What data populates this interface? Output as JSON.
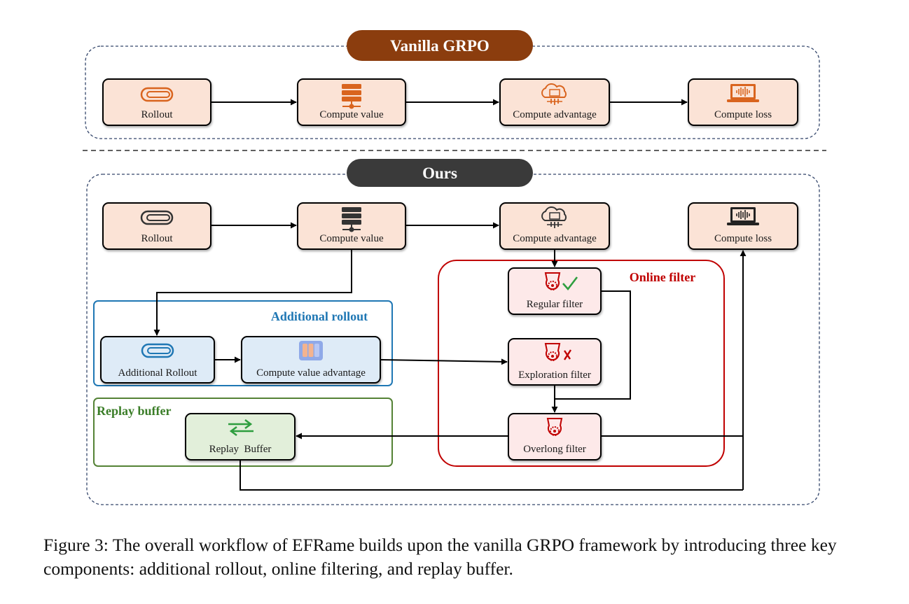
{
  "vanilla": {
    "title": "Vanilla GRPO",
    "steps": {
      "rollout": "Rollout",
      "compute_value": "Compute value",
      "compute_advantage": "Compute advantage",
      "compute_loss": "Compute loss"
    }
  },
  "ours": {
    "title": "Ours",
    "steps": {
      "rollout": "Rollout",
      "compute_value": "Compute value",
      "compute_advantage": "Compute advantage",
      "compute_loss": "Compute loss"
    },
    "additional_rollout": {
      "title": "Additional rollout",
      "rollout": "Additional Rollout",
      "compute_value_advantage": "Compute value advantage"
    },
    "online_filter": {
      "title": "Online filter",
      "regular": "Regular filter",
      "exploration": "Exploration filter",
      "overlong": "Overlong filter"
    },
    "replay_buffer": {
      "title": "Replay buffer",
      "box": "Replay  Buffer"
    }
  },
  "caption": "Figure 3: The overall workflow of EFRame builds upon the vanilla GRPO framework by introducing three key components: additional rollout, online filtering, and replay buffer.",
  "colors": {
    "peach_fill": "#fbe3d6",
    "vanilla_banner": "#8b3d0e",
    "ours_banner": "#3a3a3a",
    "icon_orange": "#d9641e",
    "additional_blue": "#1f77b4",
    "online_red": "#c00000",
    "replay_green": "#548235",
    "replay_fill": "#e2efda",
    "blue_fill": "#deebf7",
    "filter_fill": "#fde9e9"
  }
}
